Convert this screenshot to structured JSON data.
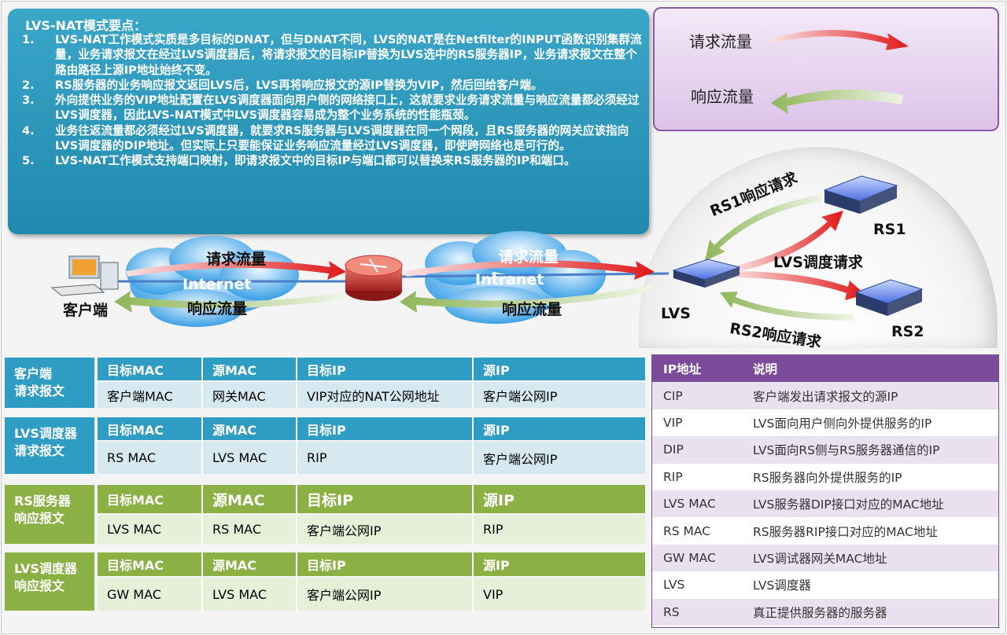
{
  "notes": {
    "title": "LVS-NAT模式要点：",
    "items": [
      {
        "num": "1.",
        "text": "LVS-NAT工作模式实质是多目标的DNAT，但与DNAT不同，LVS的NAT是在Netfilter的INPUT函数识别集群流量，业务请求报文在经过LVS调度器后，将请求报文的目标IP替换为LVS选中的RS服务器IP，业务请求报文在整个路由路径上源IP地址始终不变。"
      },
      {
        "num": "2.",
        "text": "RS服务器的业务响应报文返回LVS后，LVS再将响应报文的源IP替换为VIP，然后回给客户端。"
      },
      {
        "num": "3.",
        "text": "外向提供业务的VIP地址配置在LVS调度器面向用户侧的网络接口上，这就要求业务请求流量与响应流量都必须经过LVS调度器，因此LVS-NAT模式中LVS调度器容易成为整个业务系统的性能瓶颈。"
      },
      {
        "num": "4.",
        "text": "业务往返流量都必须经过LVS调度器，就要求RS服务器与LVS调度器在同一个网段，且RS服务器的网关应该指向LVS调度器的DIP地址。但实际上只要能保证业务响应流量经过LVS调度器，即使跨网络也是可行的。"
      },
      {
        "num": "5.",
        "text": "LVS-NAT工作模式支持端口映射，即请求报文中的目标IP与端口都可以替换来RS服务器的IP和端口。"
      }
    ]
  },
  "legend": {
    "request": "请求流量",
    "response": "响应流量"
  },
  "diagram": {
    "client": "客户端",
    "internet": "Internet",
    "internet_request": "请求流量",
    "internet_response": "响应流量",
    "intranet": "Intranet",
    "intranet_request": "请求流量",
    "intranet_response": "响应流量",
    "lvs": "LVS",
    "rs1": "RS1",
    "rs2": "RS2",
    "rs1_response": "RS1响应请求",
    "lvs_schedule": "LVS调度请求",
    "rs2_response": "RS2响应请求"
  },
  "tables": [
    {
      "label": "客户端\n请求报文",
      "headers": [
        "目标MAC",
        "源MAC",
        "目标IP",
        "源IP"
      ],
      "values": [
        "客户端MAC",
        "网关MAC",
        "VIP对应的NAT公网地址",
        "客户端公网IP"
      ]
    },
    {
      "label": "LVS调度器\n请求报文",
      "headers": [
        "目标MAC",
        "源MAC",
        "目标IP",
        "源IP"
      ],
      "values": [
        "RS MAC",
        "LVS MAC",
        "RIP",
        "客户端公网IP"
      ]
    },
    {
      "label": "RS服务器\n响应报文",
      "headers": [
        "目标MAC",
        "源MAC",
        "目标IP",
        "源IP"
      ],
      "values": [
        "LVS MAC",
        "RS MAC",
        "客户端公网IP",
        "RIP"
      ]
    },
    {
      "label": "LVS调度器\n响应报文",
      "headers": [
        "目标MAC",
        "源MAC",
        "目标IP",
        "源IP"
      ],
      "values": [
        "GW MAC",
        "LVS MAC",
        "客户端公网IP",
        "VIP"
      ]
    }
  ],
  "ip_table": {
    "headers": [
      "IP地址",
      "说明"
    ],
    "rows": [
      [
        "CIP",
        "客户端发出请求报文的源IP"
      ],
      [
        "VIP",
        "LVS面向用户侧向外提供服务的IP"
      ],
      [
        "DIP",
        "LVS面向RS侧与RS服务器通信的IP"
      ],
      [
        "RIP",
        "RS服务器向外提供服务的IP"
      ],
      [
        "LVS MAC",
        "LVS服务器DIP接口对应的MAC地址"
      ],
      [
        "RS MAC",
        "RS服务器RIP接口对应的MAC地址"
      ],
      [
        "GW MAC",
        "LVS调试器网关MAC地址"
      ],
      [
        "LVS",
        "LVS调度器"
      ],
      [
        "RS",
        "真正提供服务器的服务器"
      ]
    ]
  },
  "colors": {
    "request_arrow": "#e02020",
    "response_arrow": "#8fb65a",
    "blue_table": "#2f9cc4",
    "green_table": "#8bb043",
    "purple": "#7b4a98"
  }
}
